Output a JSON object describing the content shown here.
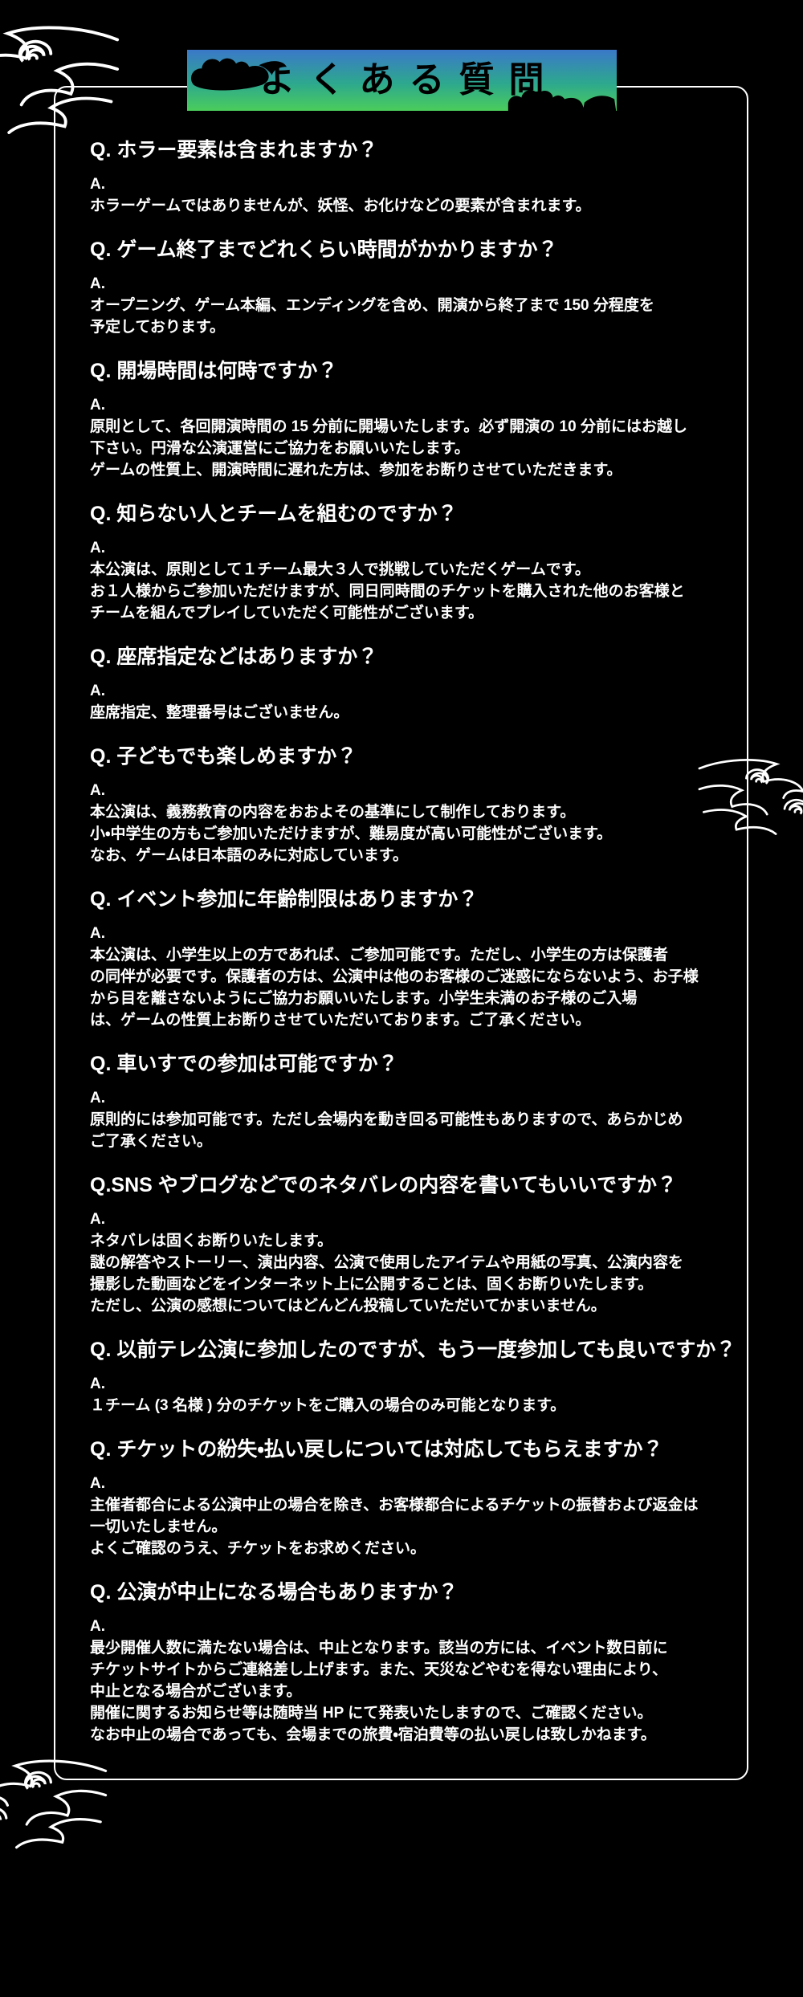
{
  "page": {
    "background_color": "#000000",
    "frame_color": "#ffffff",
    "text_color": "#ffffff"
  },
  "banner": {
    "title": "よくある質問",
    "title_color": "#000000",
    "gradient_top": "#3b78c9",
    "gradient_middle": "#2da88e",
    "gradient_bottom": "#4bcd5b"
  },
  "faq": {
    "items": [
      {
        "question": "Q. ホラー要素は含まれますか？",
        "answer_label": "A.",
        "answer_lines": [
          "ホラーゲームではありませんが、妖怪、お化けなどの要素が含まれます。"
        ]
      },
      {
        "question": "Q. ゲーム終了までどれくらい時間がかかりますか？",
        "answer_label": "A.",
        "answer_lines": [
          "オープニング、ゲーム本編、エンディングを含め、開演から終了まで 150 分程度を",
          "予定しております。"
        ]
      },
      {
        "question": "Q. 開場時間は何時ですか？",
        "answer_label": "A.",
        "answer_lines": [
          "原則として、各回開演時間の 15 分前に開場いたします。必ず開演の 10 分前にはお越し",
          "下さい。円滑な公演運営にご協力をお願いいたします。",
          "ゲームの性質上、開演時間に遅れた方は、参加をお断りさせていただきます。"
        ]
      },
      {
        "question": "Q. 知らない人とチームを組むのですか？",
        "answer_label": "A.",
        "answer_lines": [
          "本公演は、原則として１チーム最大３人で挑戦していただくゲームです。",
          "お１人様からご参加いただけますが、同日同時間のチケットを購入された他のお客様と",
          "チームを組んでプレイしていただく可能性がございます。"
        ]
      },
      {
        "question": "Q. 座席指定などはありますか？",
        "answer_label": "A.",
        "answer_lines": [
          "座席指定、整理番号はございません。"
        ]
      },
      {
        "question": "Q. 子どもでも楽しめますか？",
        "answer_label": "A.",
        "answer_lines": [
          "本公演は、義務教育の内容をおおよその基準にして制作しております。",
          "小・中学生の方もご参加いただけますが、難易度が高い可能性がございます。",
          "なお、ゲームは日本語のみに対応しています。"
        ]
      },
      {
        "question": "Q. イベント参加に年齢制限はありますか？",
        "answer_label": "A.",
        "answer_lines": [
          "本公演は、小学生以上の方であれば、ご参加可能です。ただし、小学生の方は保護者",
          "の同伴が必要です。保護者の方は、公演中は他のお客様のご迷惑にならないよう、お子様",
          "から目を離さないようにご協力お願いいたします。小学生未満のお子様のご入場",
          "は、ゲームの性質上お断りさせていただいております。ご了承ください。"
        ]
      },
      {
        "question": "Q. 車いすでの参加は可能ですか？",
        "answer_label": "A.",
        "answer_lines": [
          "原則的には参加可能です。ただし会場内を動き回る可能性もありますので、あらかじめ",
          "ご了承ください。"
        ]
      },
      {
        "question": "Q.SNS やブログなどでのネタバレの内容を書いてもいいですか？",
        "answer_label": "A.",
        "answer_lines": [
          "ネタバレは固くお断りいたします。",
          "謎の解答やストーリー、演出内容、公演で使用したアイテムや用紙の写真、公演内容を",
          "撮影した動画などをインターネット上に公開することは、固くお断りいたします。",
          "ただし、公演の感想についてはどんどん投稿していただいてかまいません。"
        ]
      },
      {
        "question": "Q. 以前テレ公演に参加したのですが、もう一度参加しても良いですか？",
        "answer_label": "A.",
        "answer_lines": [
          "１チーム (3 名様 ) 分のチケットをご購入の場合のみ可能となります。"
        ]
      },
      {
        "question": "Q. チケットの紛失・払い戻しについては対応してもらえますか？",
        "answer_label": "A.",
        "answer_lines": [
          "主催者都合による公演中止の場合を除き、お客様都合によるチケットの振替および返金は",
          "一切いたしません。",
          "よくご確認のうえ、チケットをお求めください。"
        ]
      },
      {
        "question": "Q. 公演が中止になる場合もありますか？",
        "answer_label": "A.",
        "answer_lines": [
          "最少開催人数に満たない場合は、中止となります。該当の方には、イベント数日前に",
          "チケットサイトからご連絡差し上げます。また、天災などやむを得ない理由により、",
          "中止となる場合がございます。",
          "開催に関するお知らせ等は随時当 HP にて発表いたしますので、ご確認ください。",
          "なお中止の場合であっても、会場までの旅費・宿泊費等の払い戻しは致しかねます。"
        ]
      }
    ]
  }
}
